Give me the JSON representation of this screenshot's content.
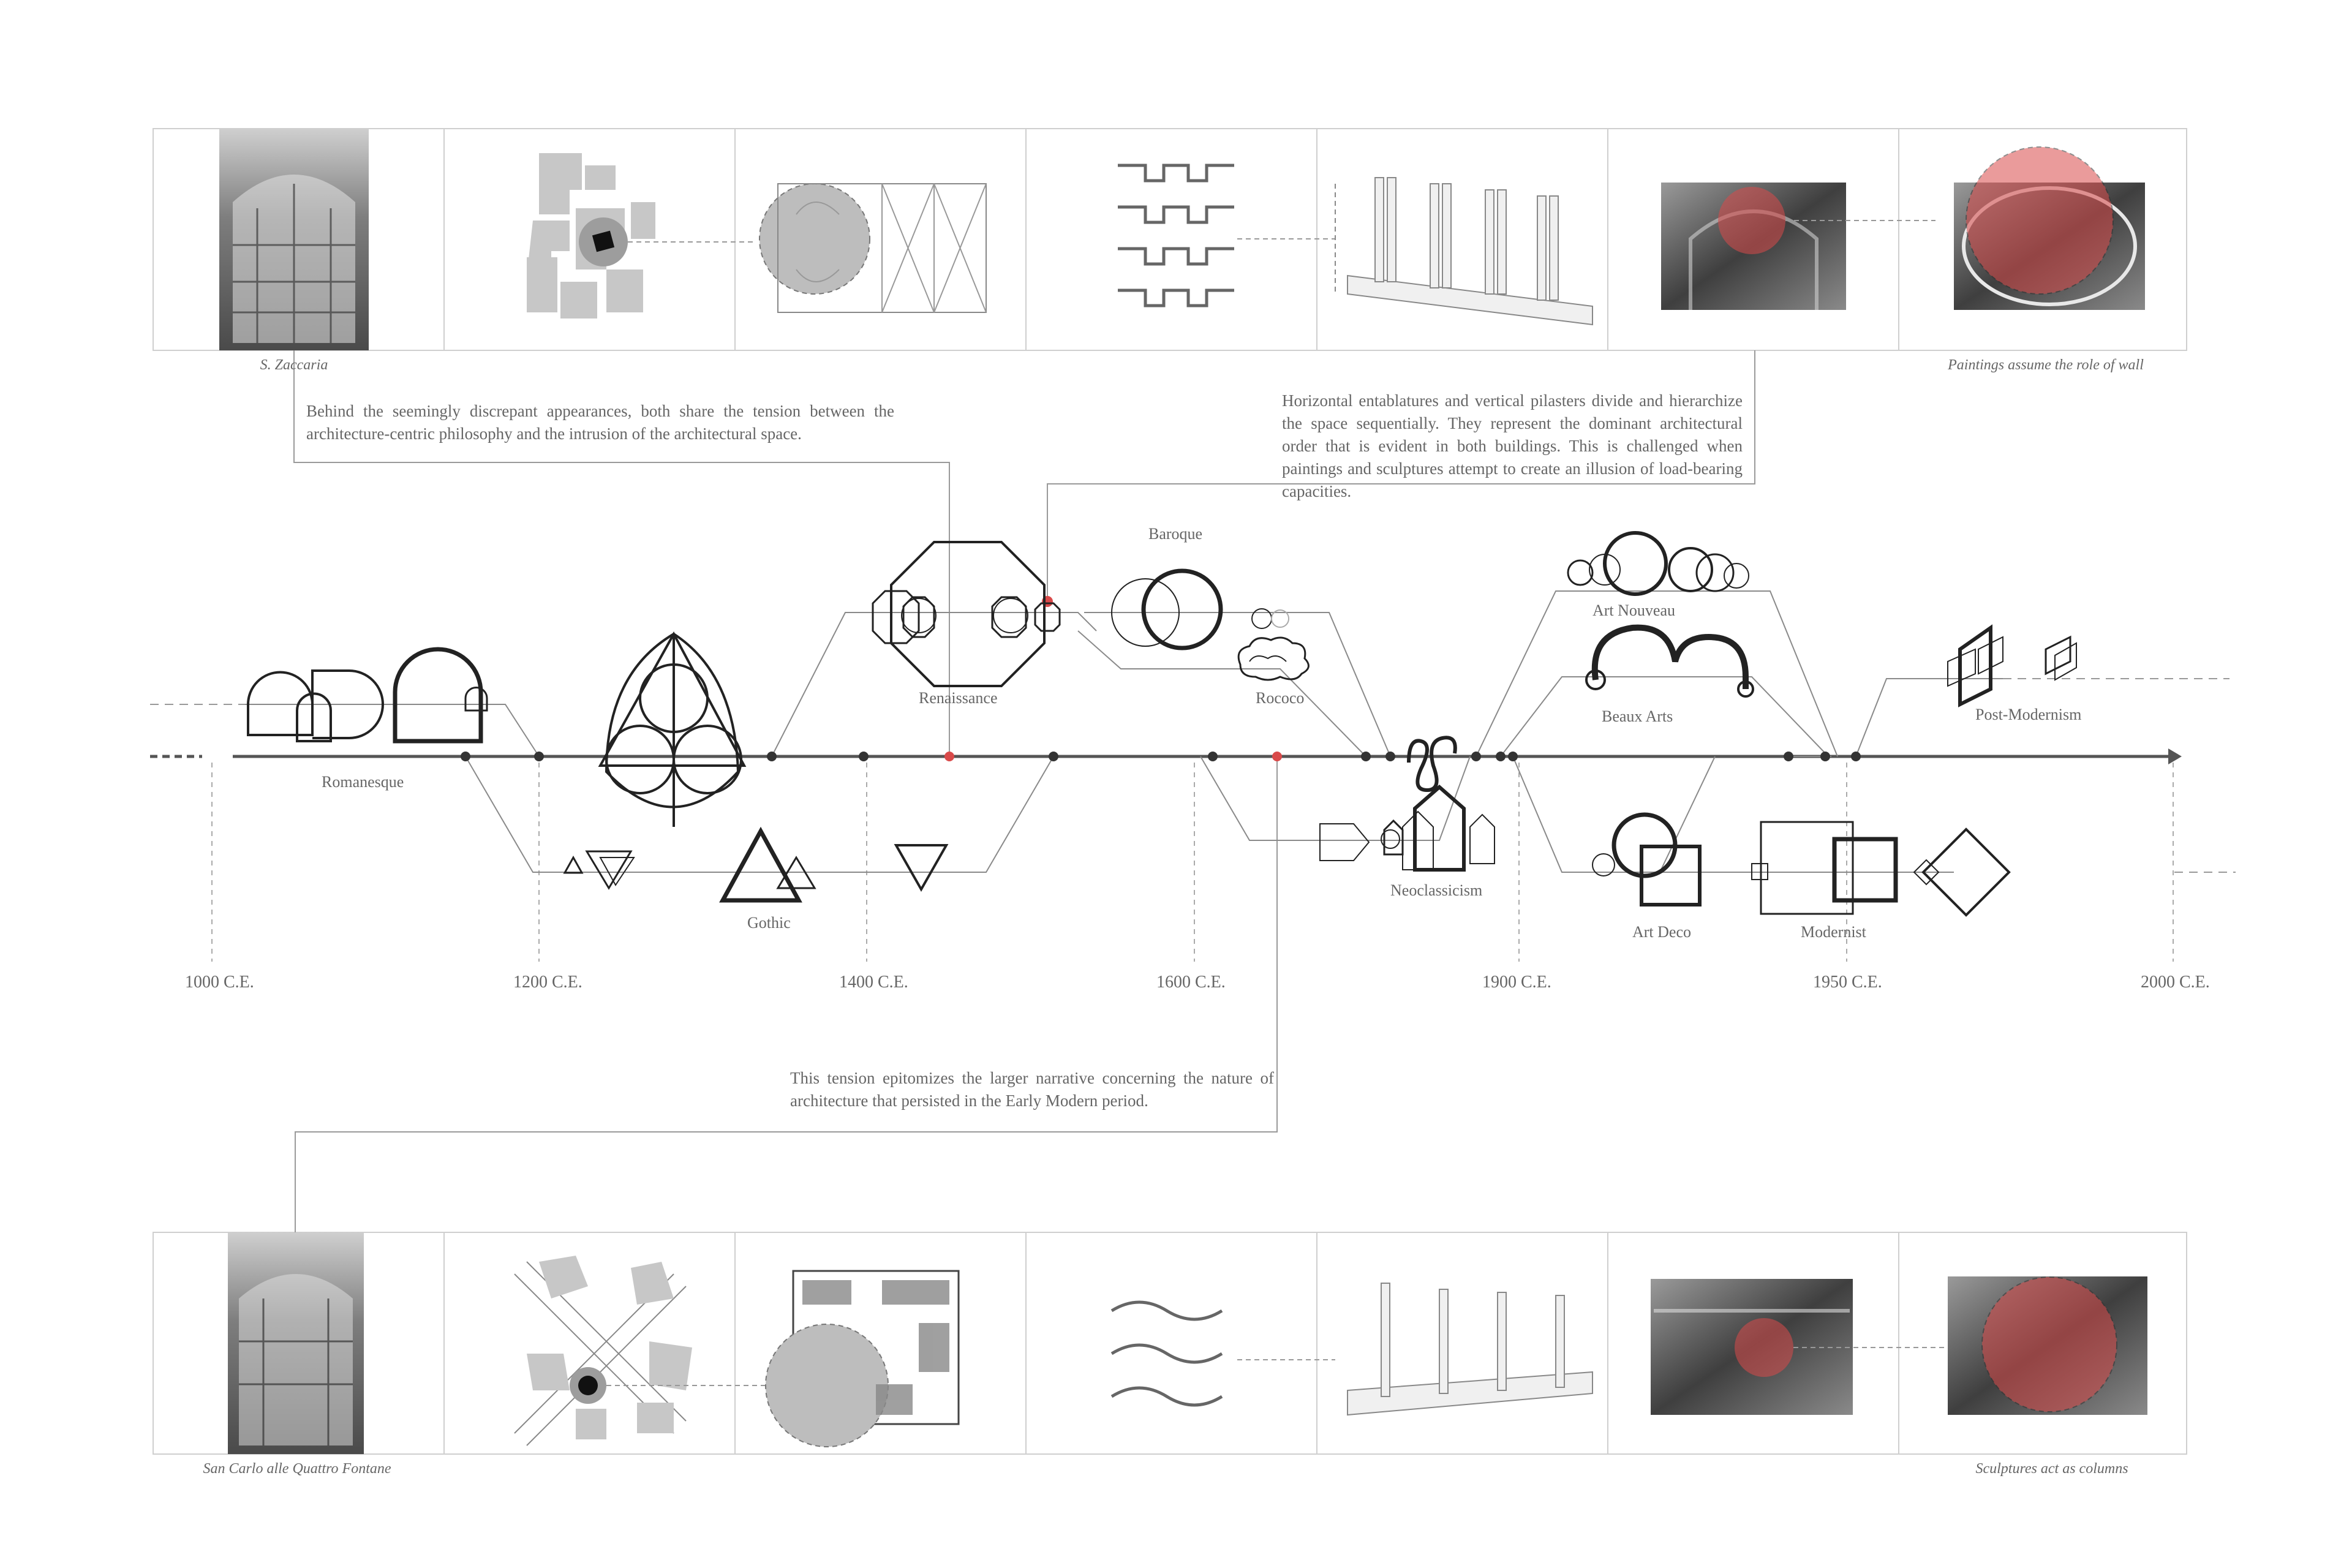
{
  "top_row": {
    "caption_left": "S. Zaccaria",
    "caption_right": "Paintings assume the role of wall",
    "panels": [
      "facade-photo",
      "site-plan",
      "floor-plan",
      "rhythm-diagram",
      "pilaster-elevation",
      "interior-photo",
      "painting-detail"
    ]
  },
  "bottom_row": {
    "caption_left": "San Carlo alle Quattro Fontane",
    "caption_right": "Sculptures act as columns",
    "panels": [
      "facade-photo",
      "site-plan",
      "floor-plan",
      "wave-diagram",
      "column-elevation",
      "exterior-photo",
      "sculpture-detail"
    ]
  },
  "notes": {
    "top_left": "Behind the seemingly discrepant appearances, both share the tension between the architecture-centric philosophy and the intrusion of the architectural space.",
    "top_right": "Horizontal entablatures and vertical pilasters divide and hierarchize the space sequentially. They represent the dominant architectural order that is evident in both buildings. This is challenged when paintings and sculptures attempt to create an illusion of load-bearing capacities.",
    "bottom": "This tension epitomizes the larger narrative concerning the nature of architecture that persisted in the Early Modern period."
  },
  "timeline": {
    "ticks": [
      "1000 C.E.",
      "1200 C.E.",
      "1400 C.E.",
      "1600 C.E.",
      "1900 C.E.",
      "1950 C.E.",
      "2000 C.E."
    ],
    "eras": {
      "romanesque": "Romanesque",
      "gothic": "Gothic",
      "renaissance": "Renaissance",
      "baroque": "Baroque",
      "rococo": "Rococo",
      "neoclassicism": "Neoclassicism",
      "art_nouveau": "Art Nouveau",
      "beaux_arts": "Beaux Arts",
      "art_deco": "Art Deco",
      "modernist": "Modernist",
      "post_modernism": "Post-Modernism"
    }
  },
  "colors": {
    "accent_red": "#d94a4a",
    "line": "#555555",
    "panel_border": "#cfcfcf",
    "shape_fill": "#bdbdbd"
  }
}
